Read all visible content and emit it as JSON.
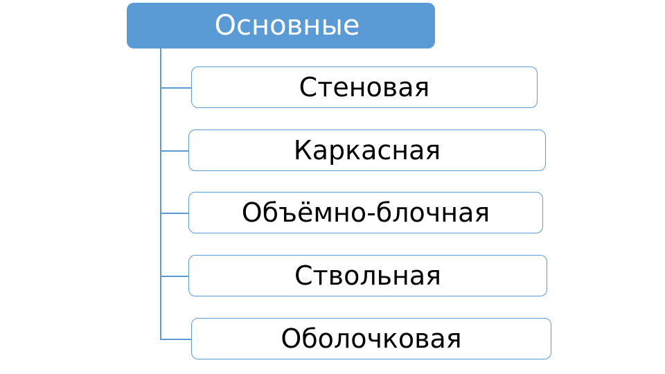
{
  "diagram": {
    "type": "tree",
    "orientation": "vertical-left-trunk",
    "colors": {
      "accent": "#5b9bd5",
      "root_fill": "#5b9bd5",
      "root_text": "#ffffff",
      "child_fill": "#ffffff",
      "child_border": "#5b9bd5",
      "child_text": "#000000",
      "connector": "#5b9bd5",
      "background": "#ffffff"
    },
    "root": {
      "label": "Основные"
    },
    "children": [
      {
        "label": "Стеновая"
      },
      {
        "label": "Каркасная"
      },
      {
        "label": "Объёмно-блочная"
      },
      {
        "label": "Ствольная"
      },
      {
        "label": "Оболочковая"
      }
    ]
  }
}
